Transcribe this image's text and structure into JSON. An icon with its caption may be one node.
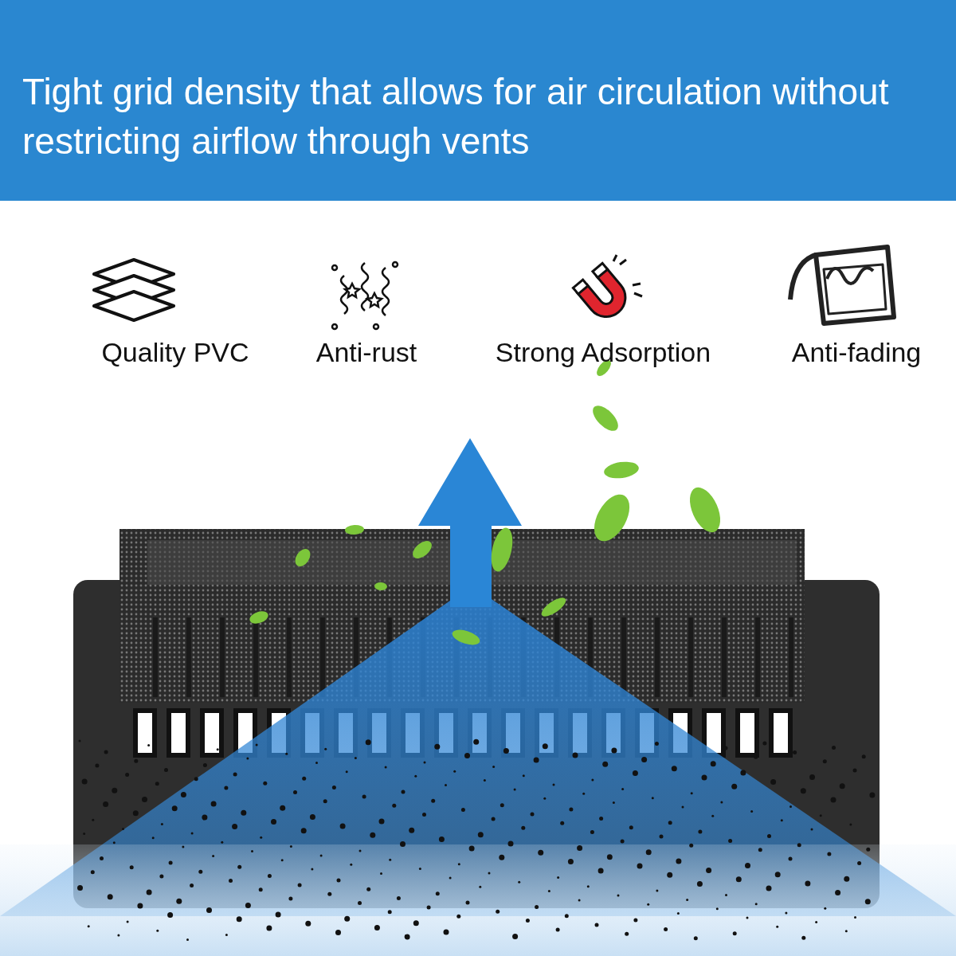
{
  "diagram": {
    "title": "Tight grid density that allows for air circulation without restricting airflow through vents",
    "labels": [
      "Quality PVC",
      "Anti-rust",
      "Strong Adsorption",
      "Anti-fading"
    ]
  }
}
